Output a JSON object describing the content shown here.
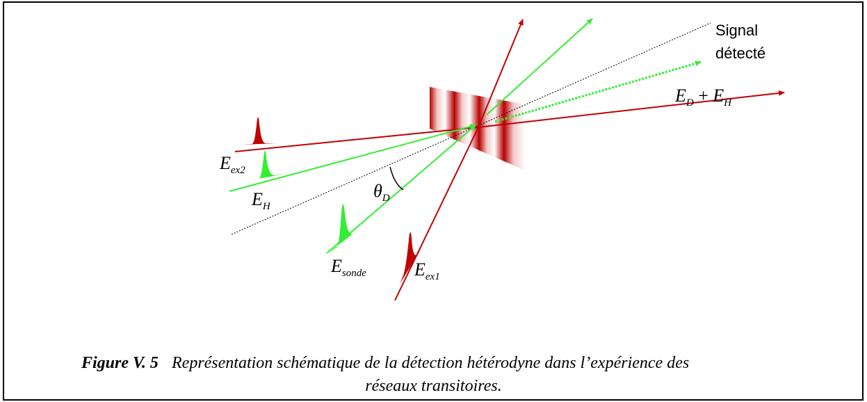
{
  "figure": {
    "labels": {
      "e_ex2": "E",
      "e_ex2_sub": "ex2",
      "e_h": "E",
      "e_h_sub": "H",
      "theta": "θ",
      "theta_sub": "D",
      "e_sonde": "E",
      "e_sonde_sub": "sonde",
      "e_ex1": "E",
      "e_ex1_sub": "ex1",
      "signal_line1": "Signal",
      "signal_line2": "détecté",
      "ed": "E",
      "ed_sub": "D",
      "plus": " + ",
      "eh2": "E",
      "eh2_sub": "H"
    },
    "colors": {
      "excitation": "#c00000",
      "probe": "#33ee33",
      "reference": "#000000",
      "grating": "#b80000"
    }
  },
  "caption": {
    "number": "Figure V. 5",
    "text_line1": "Représentation schématique de la détection hétérodyne dans l’expérience des",
    "text_line2": "réseaux transitoires."
  }
}
